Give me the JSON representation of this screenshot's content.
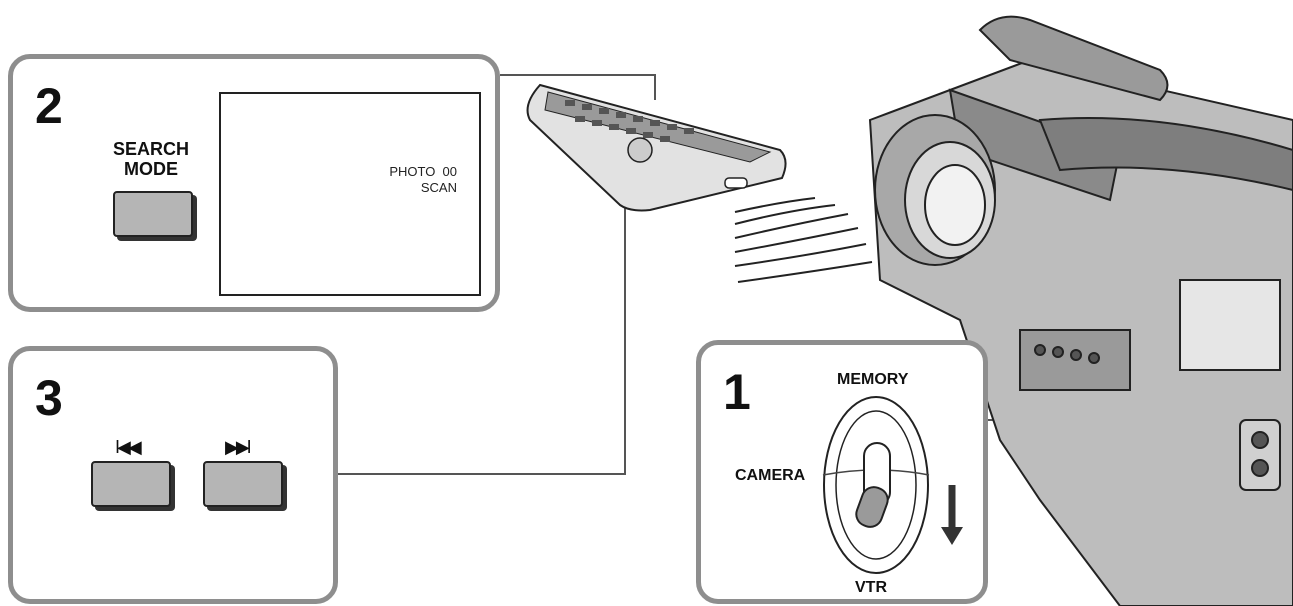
{
  "steps": {
    "step2": {
      "number": "2",
      "button_label_line1": "SEARCH",
      "button_label_line2": "MODE",
      "screen_line1": "PHOTO  00",
      "screen_line2": "SCAN"
    },
    "step3": {
      "number": "3",
      "prev_icon": "skip-previous-icon",
      "next_icon": "skip-next-icon",
      "prev_glyph": "I◀◀",
      "next_glyph": "▶▶I"
    },
    "step1": {
      "number": "1",
      "top_label": "MEMORY",
      "left_label": "CAMERA",
      "bottom_label": "VTR"
    }
  },
  "colors": {
    "panel_border": "#8e8e8e",
    "button_fill": "#b5b5b5",
    "line": "#333333"
  }
}
